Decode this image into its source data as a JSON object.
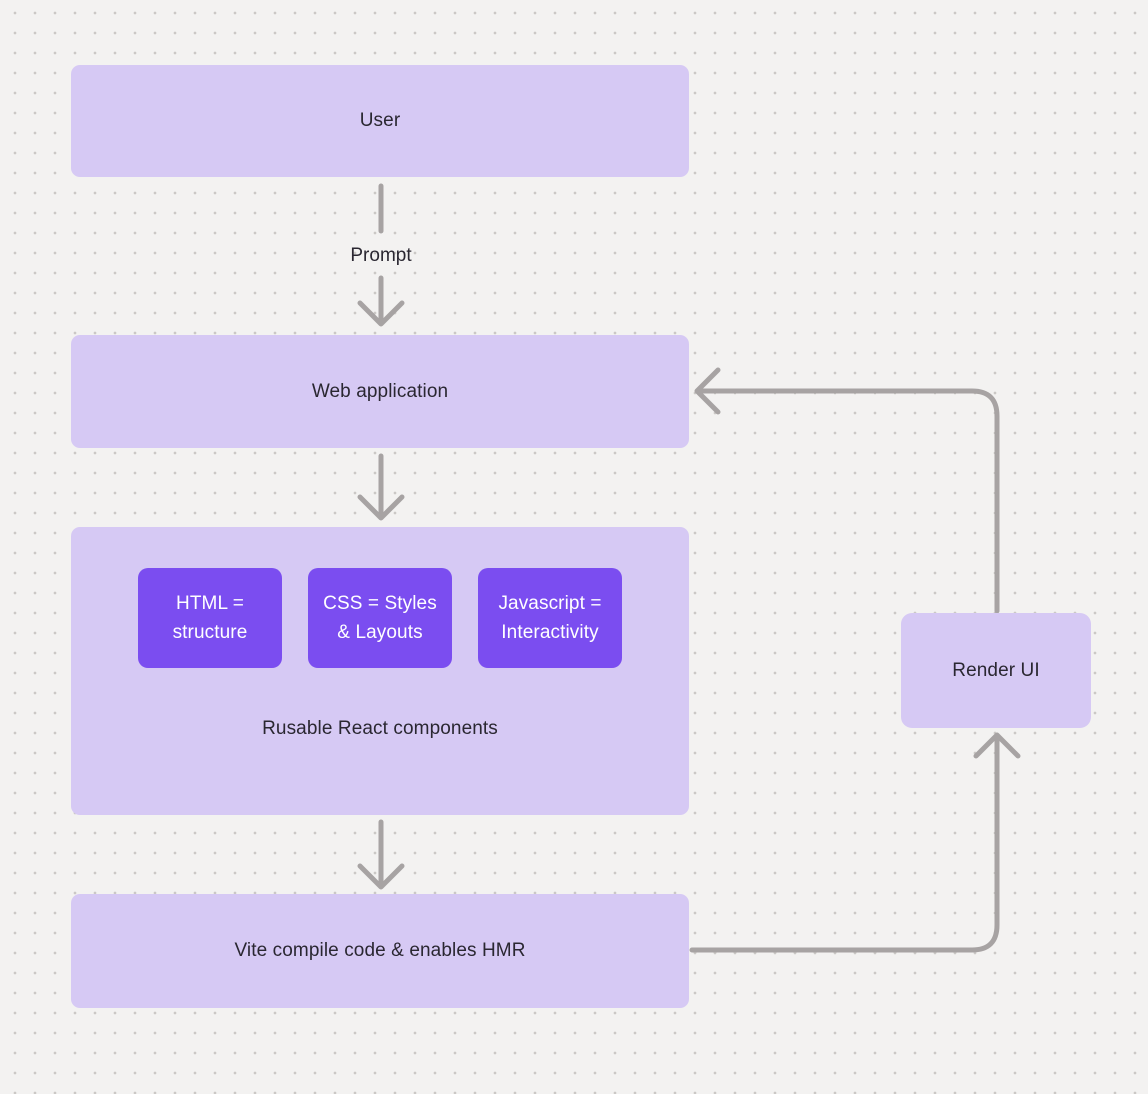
{
  "colors": {
    "canvas_bg": "#f3f2f1",
    "dot": "#cbc8c6",
    "node_light": "#d6c9f4",
    "node_accent": "#7b4df0",
    "connector": "#a7a3a3",
    "text_dark": "#2a2731",
    "text_light": "#ffffff"
  },
  "nodes": {
    "user": {
      "label": "User"
    },
    "web_application": {
      "label": "Web application"
    },
    "components": {
      "caption": "Rusable React components",
      "chips": [
        {
          "lines": [
            "HTML =",
            "structure"
          ]
        },
        {
          "lines": [
            "CSS = Styles",
            "& Layouts"
          ]
        },
        {
          "lines": [
            "Javascript =",
            "Interactivity"
          ]
        }
      ]
    },
    "vite": {
      "label": "Vite compile code & enables HMR"
    },
    "render_ui": {
      "label": "Render UI"
    }
  },
  "edges": {
    "prompt_label": "Prompt"
  }
}
